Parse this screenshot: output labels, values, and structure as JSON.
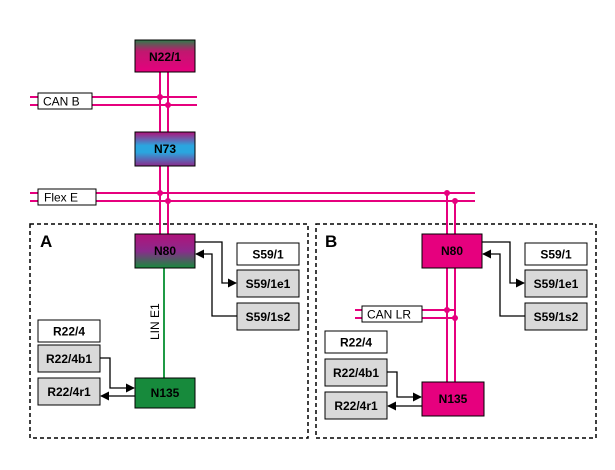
{
  "buses": {
    "can_b": "CAN B",
    "flex_e": "Flex E",
    "can_lr": "CAN LR",
    "lin_e1": "LIN E1"
  },
  "ecus": {
    "n22_1": "N22/1",
    "n73": "N73",
    "n80_a": "N80",
    "n80_b": "N80",
    "n135_a": "N135",
    "n135_b": "N135"
  },
  "panels": {
    "a": {
      "label": "A",
      "s59": {
        "header": "S59/1",
        "sw1": "S59/1e1",
        "sw2": "S59/1s2"
      },
      "r22": {
        "header": "R22/4",
        "c1": "R22/4b1",
        "c2": "R22/4r1"
      }
    },
    "b": {
      "label": "B",
      "s59": {
        "header": "S59/1",
        "sw1": "S59/1e1",
        "sw2": "S59/1s2"
      },
      "r22": {
        "header": "R22/4",
        "c1": "R22/4b1",
        "c2": "R22/4r1"
      }
    }
  },
  "colors": {
    "bus_magenta": "#e6007e",
    "lin_green": "#1f9a45",
    "ecu_magenta": "#e6007e",
    "ecu_green": "#178a3c",
    "ecu_purple": "#8b2a8c",
    "ecu_cyan": "#2aa6df",
    "component_gray": "#d9d9d9"
  }
}
